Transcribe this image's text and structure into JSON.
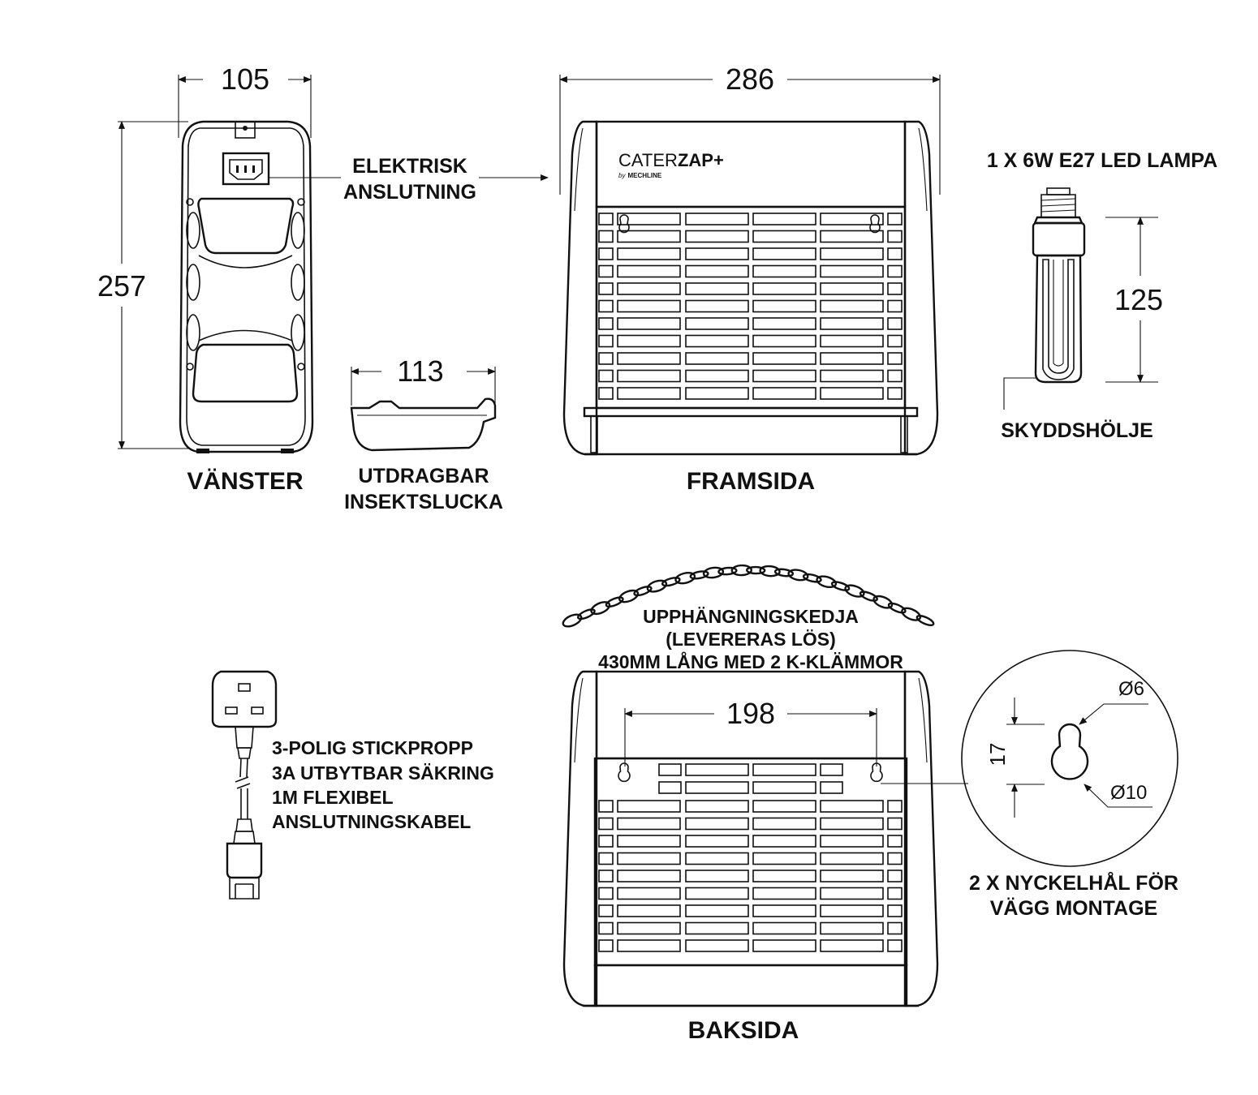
{
  "dimensions": {
    "left_width": "105",
    "left_height": "257",
    "tray_width": "113",
    "front_width": "286",
    "lamp_height": "125",
    "back_hole_spacing": "198",
    "keyhole_spacing": "17",
    "keyhole_small": "Ø6",
    "keyhole_large": "Ø10"
  },
  "labels": {
    "left_view": "VÄNSTER",
    "tray_line1": "UTDRAGBAR",
    "tray_line2": "INSEKTSLUCKA",
    "electric_line1": "ELEKTRISK",
    "electric_line2": "ANSLUTNING",
    "front_view": "FRAMSIDA",
    "lamp_title": "1 X 6W E27 LED LAMPA",
    "lamp_cover": "SKYDDSHÖLJE",
    "chain_line1": "UPPHÄNGNINGSKEDJA",
    "chain_line2": "(LEVERERAS LÖS)",
    "chain_line3": "430MM LÅNG MED 2 K-KLÄMMOR",
    "plug_line1": "3-POLIG STICKPROPP",
    "plug_line2": "3A UTBYTBAR SÄKRING",
    "plug_line3": "1M FLEXIBEL",
    "plug_line4": "ANSLUTNINGSKABEL",
    "back_view": "BAKSIDA",
    "keyhole_line1": "2 X NYCKELHÅL FÖR",
    "keyhole_line2": "VÄGG MONTAGE"
  },
  "brand": {
    "name_light": "CATER",
    "name_bold": "ZAP",
    "plus": "+",
    "by": "by",
    "maker": "MECHLINE"
  }
}
